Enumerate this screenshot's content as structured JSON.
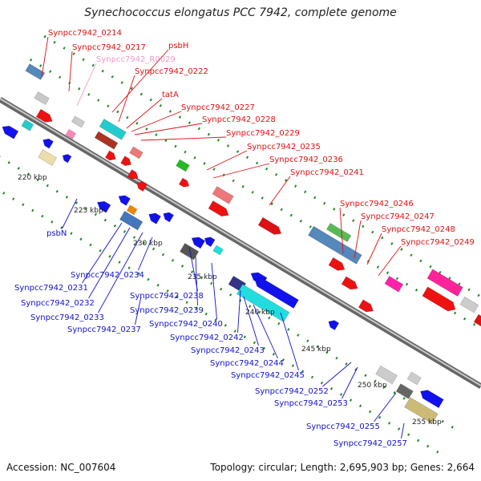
{
  "title": "Synechococcus elongatus PCC 7942, complete genome",
  "footer": {
    "accession": "Accession: NC_007604",
    "summary": "Topology: circular; Length: 2,695,903 bp; Genes: 2,664"
  },
  "colors": {
    "forward": "#dd1111",
    "reverse": "#1111cc",
    "rna": "#ee99cc",
    "backbone": "#888888",
    "tick": "#228822"
  },
  "kbp_ticks": [
    "220 kbp",
    "225 kbp",
    "230 kbp",
    "235 kbp",
    "240 kbp",
    "245 kbp",
    "250 kbp",
    "255 kbp"
  ],
  "top_labels": [
    {
      "text": "Synpcc7942_0214",
      "kind": "forward"
    },
    {
      "text": "Synpcc7942_0217",
      "kind": "forward"
    },
    {
      "text": "Synpcc7942_R0029",
      "kind": "rna"
    },
    {
      "text": "psbH",
      "kind": "forward"
    },
    {
      "text": "Synpcc7942_0222",
      "kind": "forward"
    },
    {
      "text": "tatA",
      "kind": "forward"
    },
    {
      "text": "Synpcc7942_0227",
      "kind": "forward"
    },
    {
      "text": "Synpcc7942_0228",
      "kind": "forward"
    },
    {
      "text": "Synpcc7942_0229",
      "kind": "forward"
    },
    {
      "text": "Synpcc7942_0235",
      "kind": "forward"
    },
    {
      "text": "Synpcc7942_0236",
      "kind": "forward"
    },
    {
      "text": "Synpcc7942_0241",
      "kind": "forward"
    },
    {
      "text": "Synpcc7942_0246",
      "kind": "forward"
    },
    {
      "text": "Synpcc7942_0247",
      "kind": "forward"
    },
    {
      "text": "Synpcc7942_0248",
      "kind": "forward"
    },
    {
      "text": "Synpcc7942_0249",
      "kind": "forward"
    }
  ],
  "bottom_labels": [
    {
      "text": "psbN"
    },
    {
      "text": "Synpcc7942_0231"
    },
    {
      "text": "Synpcc7942_0232"
    },
    {
      "text": "Synpcc7942_0233"
    },
    {
      "text": "Synpcc7942_0234"
    },
    {
      "text": "Synpcc7942_0237"
    },
    {
      "text": "Synpcc7942_0238"
    },
    {
      "text": "Synpcc7942_0239"
    },
    {
      "text": "Synpcc7942_0240"
    },
    {
      "text": "Synpcc7942_0242"
    },
    {
      "text": "Synpcc7942_0243"
    },
    {
      "text": "Synpcc7942_0244"
    },
    {
      "text": "Synpcc7942_0245"
    },
    {
      "text": "Synpcc7942_0252"
    },
    {
      "text": "Synpcc7942_0253"
    },
    {
      "text": "Synpcc7942_0255"
    },
    {
      "text": "Synpcc7942_0257"
    }
  ]
}
